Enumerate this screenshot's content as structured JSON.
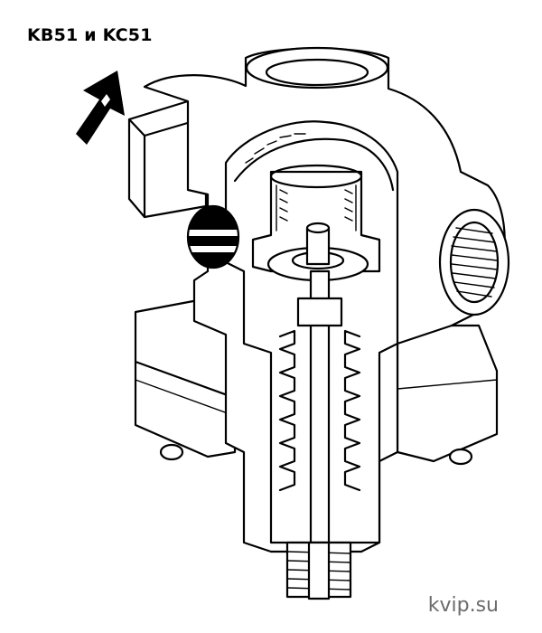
{
  "title": "KB51 и KC51",
  "watermark": "kvip.su",
  "diagram": {
    "type": "valve-cutaway-illustration"
  },
  "icons": {
    "flow_arrow": "flow-direction-arrow-icon"
  }
}
